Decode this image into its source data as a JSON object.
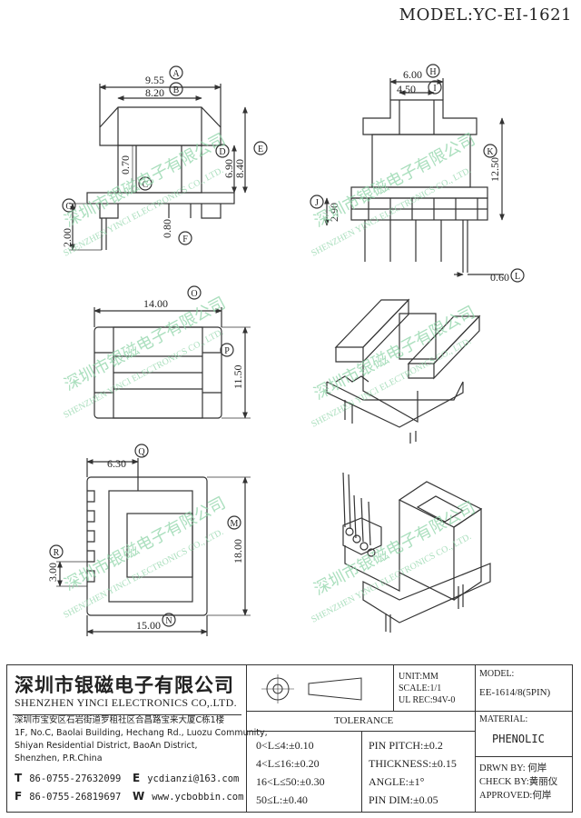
{
  "header": {
    "model_label": "MODEL:",
    "model_value": "YC-EI-1621"
  },
  "colors": {
    "line": "#333333",
    "watermark": "#8fd4a8"
  },
  "watermark": {
    "text_cn": "深圳市银磁电子有限公司",
    "text_en": "SHENZHEN YINCI ELECTRONICS CO., LTD."
  },
  "dimensions": {
    "A": {
      "letter": "A",
      "value": "9.55"
    },
    "B": {
      "letter": "B",
      "value": "8.20"
    },
    "C": {
      "letter": "C",
      "value": "0.70"
    },
    "D": {
      "letter": "D",
      "value": "6.90"
    },
    "E": {
      "letter": "E",
      "value": "8.40"
    },
    "F": {
      "letter": "F",
      "value": "0.80"
    },
    "G": {
      "letter": "G",
      "value": "2.00"
    },
    "H": {
      "letter": "H",
      "value": "6.00"
    },
    "I": {
      "letter": "I",
      "value": "4.50"
    },
    "J": {
      "letter": "J",
      "value": "2.90"
    },
    "K": {
      "letter": "K",
      "value": "12.50"
    },
    "L": {
      "letter": "L",
      "value": "0.60"
    },
    "O": {
      "letter": "O",
      "value": "14.00"
    },
    "P": {
      "letter": "P",
      "value": "11.50"
    },
    "Q": {
      "letter": "Q",
      "value": "6.30"
    },
    "M": {
      "letter": "M",
      "value": "18.00"
    },
    "R": {
      "letter": "R",
      "value": "3.00"
    },
    "N": {
      "letter": "N",
      "value": "15.00"
    }
  },
  "title_block": {
    "company_cn": "深圳市银磁电子有限公司",
    "company_en": "SHENZHEN YINCI ELECTRONICS CO,.LTD.",
    "address_lines": [
      "深圳市宝安区石岩街道罗租社区合昌路宝来大厦C栋1楼",
      "1F, No.C, Baolai Building, Hechang Rd., Luozu Community,",
      "Shiyan Residential District, BaoAn District,",
      "Shenzhen, P.R.China"
    ],
    "phone_label": "T",
    "phone": "86-0755-27632099",
    "fax_label": "F",
    "fax": "86-0755-26819697",
    "email_label": "E",
    "email": "ycdianzi@163.com",
    "web_label": "W",
    "web": "www.ycbobbin.com",
    "unit": "UNIT:MM",
    "scale": "SCALE:1/1",
    "ul_rec": "UL REC:94V-0",
    "model_label": "MODEL:",
    "model_value": "EE-1614/8(5PIN)",
    "material_label": "MATERIAL:",
    "material_value": "PHENOLIC",
    "tolerance_title": "TOLERANCE",
    "tolerances_left": [
      "0<L≤4:±0.10",
      "4<L≤16:±0.20",
      "16<L≤50:±0.30",
      "50≤L:±0.40"
    ],
    "tolerances_right": [
      "PIN PITCH:±0.2",
      "THICKNESS:±0.15",
      "ANGLE:±1°",
      "PIN DIM:±0.05"
    ],
    "drawn_by": "DRWN BY: 何岸",
    "check_by": "CHECK BY:黄丽仪",
    "approved": "APPROVED:何岸"
  }
}
